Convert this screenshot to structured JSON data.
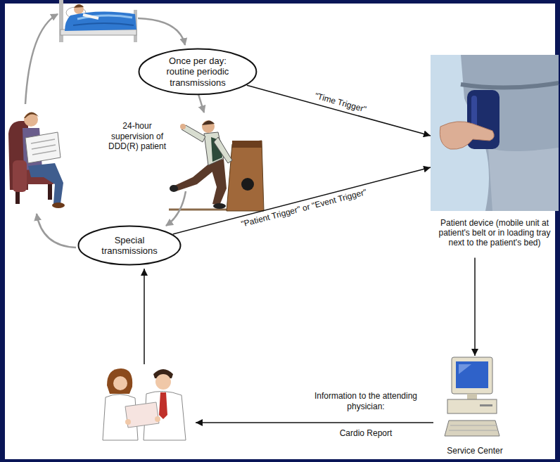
{
  "diagram": {
    "nodes": [
      {
        "text": [
          "Once per day: routine periodic transmissions"
        ]
      },
      {
        "text": [
          "Special transmissions"
        ]
      },
      {
        "text": [
          "Patient device (mobile unit at patient's belt or in loading tray next to the patient's bed)"
        ]
      },
      {
        "text": [
          "Service Center"
        ]
      }
    ],
    "edges": [
      {
        "from": 0,
        "to": 2,
        "arrow": "to",
        "label": "\"Time Trigger\""
      },
      {
        "from": 1,
        "to": 2,
        "arrow": "to",
        "label": "\"Patient Trigger\" or \"Event Trigger\""
      },
      {
        "from": 2,
        "to": 3,
        "arrow": "to"
      }
    ],
    "labels": [
      "24-hour supervision of DDD(R) patient",
      "Information to the attending physician:",
      "Cardio Report"
    ]
  }
}
